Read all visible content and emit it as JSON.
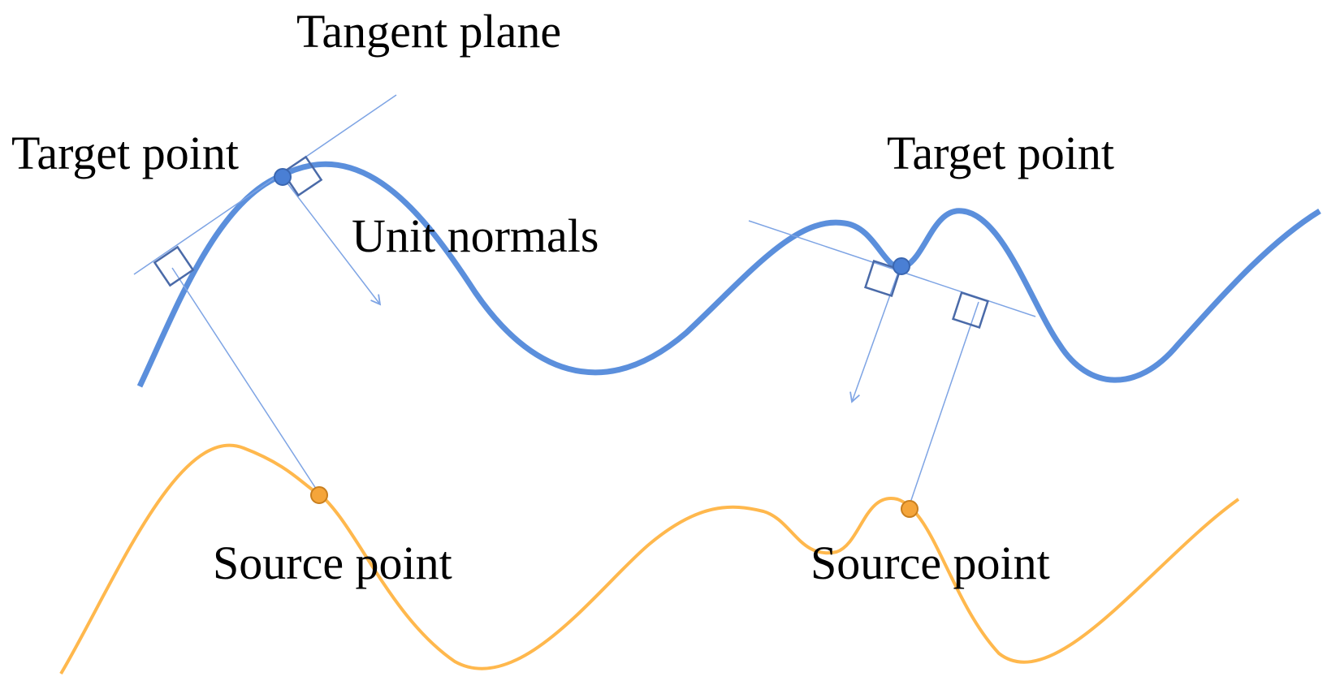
{
  "labels": {
    "tangent_plane": "Tangent plane",
    "target_point_left": "Target point",
    "target_point_right": "Target point",
    "unit_normals": "Unit normals",
    "source_point_left": "Source point",
    "source_point_right": "Source point"
  },
  "colors": {
    "target_surface": "#5b8fdc",
    "source_surface": "#ffb84d",
    "target_point_fill": "#4a7fd4",
    "source_point_fill": "#f5a53a",
    "projection_line": "#7ea4e4",
    "right_angle_marker": "#4a6aa8",
    "text": "#000000"
  }
}
